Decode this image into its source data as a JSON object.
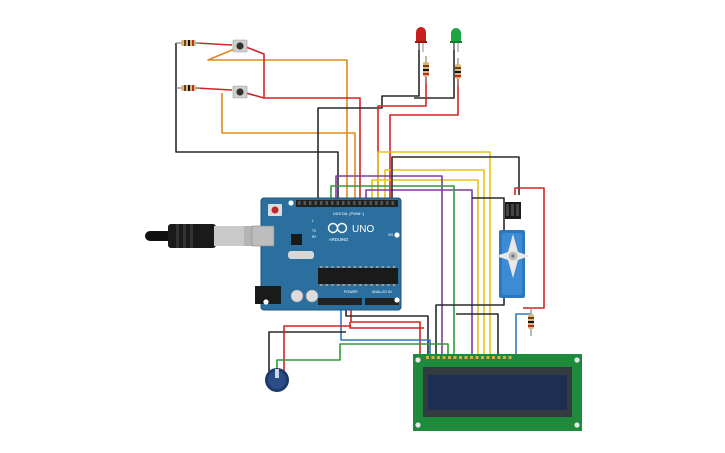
{
  "colors": {
    "background": "#ffffff",
    "board": "#2b6f9e",
    "board_dark": "#1f5578",
    "header": "#222222",
    "lcd_pcb": "#1e8a3c",
    "lcd_screen": "#1e2d52",
    "wire_red": "#d32424",
    "wire_orange": "#e08a1c",
    "wire_black": "#2a2a2a",
    "wire_yellow": "#e6c21a",
    "wire_green": "#2e9a3a",
    "wire_purple": "#7b3d9c",
    "wire_blue": "#2c78c0",
    "led_red": "#c81e1e",
    "led_green": "#1fa640"
  },
  "board": {
    "brand": "ARDUINO",
    "model": "UNO",
    "header_digital": "DIGITAL (PWM~)",
    "header_power": "POWER",
    "header_analog": "ANALOG IN",
    "labels": [
      "TX",
      "RX",
      "L",
      "ON"
    ]
  },
  "components": {
    "pushbuttons": 2,
    "button_resistors": 2,
    "leds": [
      "red",
      "green"
    ],
    "led_resistors": 2,
    "servo": 1,
    "servo_resistor": 1,
    "potentiometer": 1,
    "lcd": "16x2",
    "usb_cable": 1
  }
}
